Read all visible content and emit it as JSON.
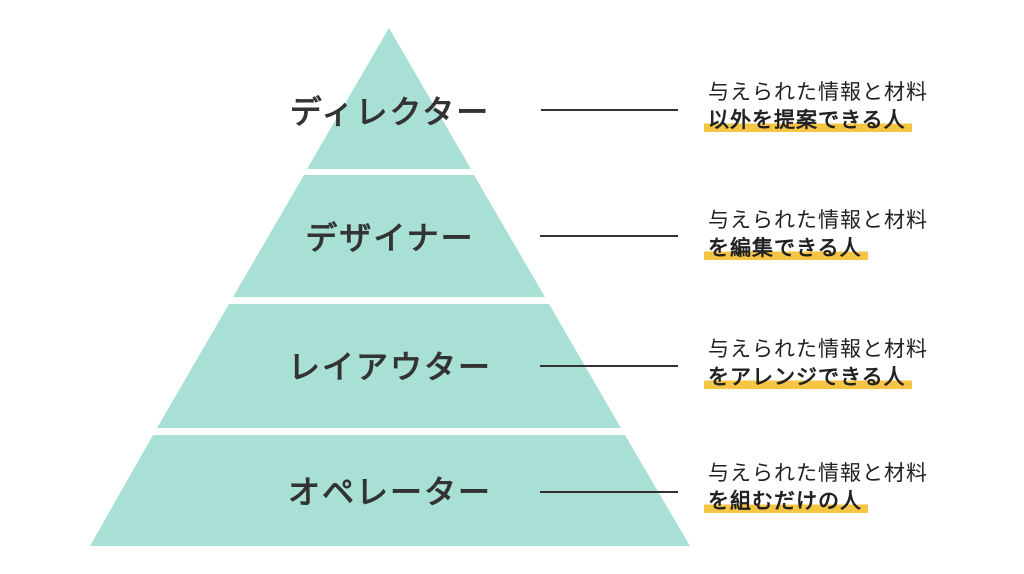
{
  "colors": {
    "pyramid": "#a8e0d5",
    "highlight": "#f6c544",
    "line": "#333333",
    "text": "#333333"
  },
  "levels": [
    {
      "name": "ディレクター",
      "desc_line1": "与えられた情報と材料",
      "desc_line2": "以外を提案できる人"
    },
    {
      "name": "デザイナー",
      "desc_line1": "与えられた情報と材料",
      "desc_line2": "を編集できる人"
    },
    {
      "name": "レイアウター",
      "desc_line1": "与えられた情報と材料",
      "desc_line2": "をアレンジできる人"
    },
    {
      "name": "オペレーター",
      "desc_line1": "与えられた情報と材料",
      "desc_line2": "を組むだけの人"
    }
  ]
}
